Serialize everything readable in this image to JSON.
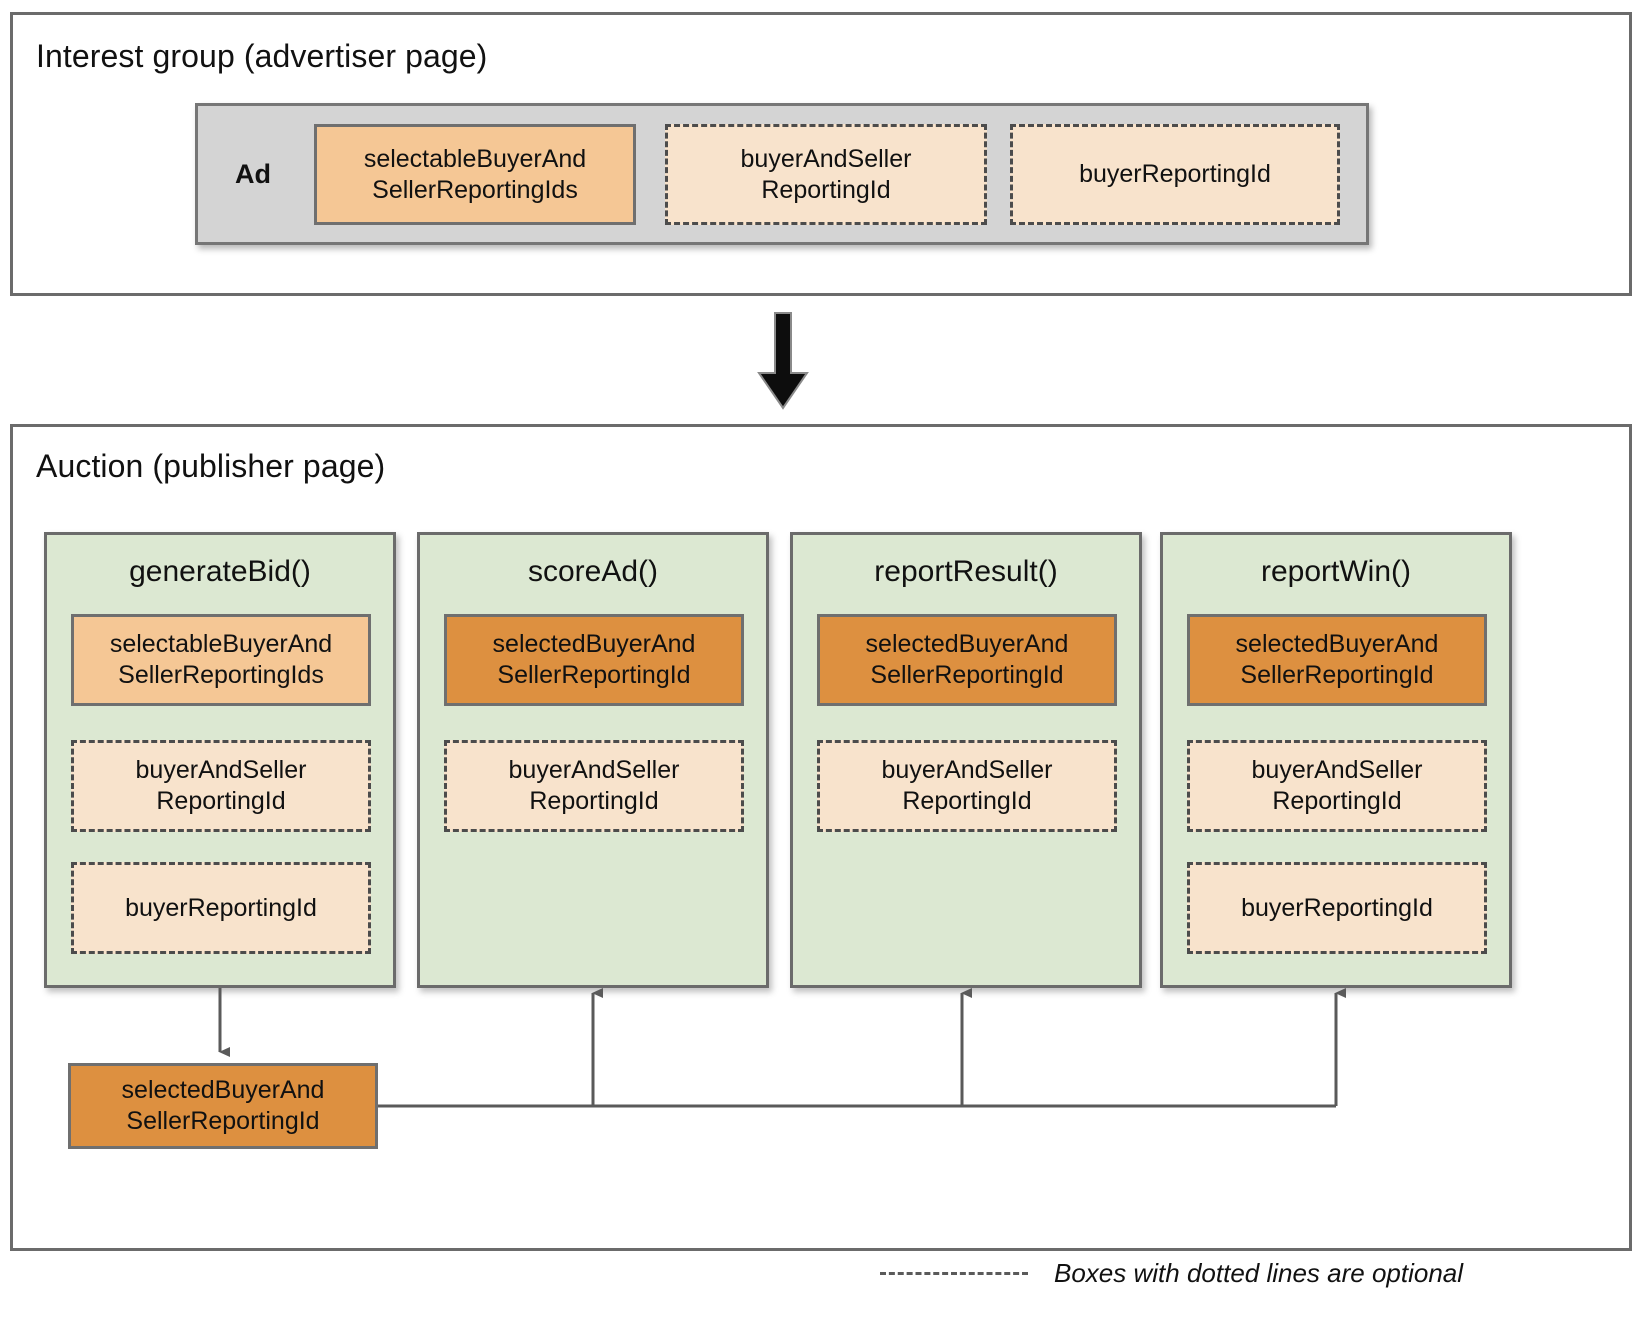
{
  "diagram": {
    "title_interest_group": "Interest group (advertiser page)",
    "title_auction": "Auction (publisher page)",
    "ad_label": "Ad",
    "flow_arrow": "down-arrow"
  },
  "interest_group": {
    "ad_boxes": [
      {
        "label": "selectableBuyerAnd\nSellerReportingIds",
        "style": "solid",
        "fill": "light-orange",
        "optional": false
      },
      {
        "label": "buyerAndSeller\nReportingId",
        "style": "dashed",
        "fill": "cream",
        "optional": true
      },
      {
        "label": "buyerReportingId",
        "style": "dashed",
        "fill": "cream",
        "optional": true
      }
    ]
  },
  "auction": {
    "columns": [
      {
        "title": "generateBid()",
        "boxes": [
          {
            "label": "selectableBuyerAnd\nSellerReportingIds",
            "style": "solid",
            "fill": "light-orange"
          },
          {
            "label": "buyerAndSeller\nReportingId",
            "style": "dashed",
            "fill": "cream"
          },
          {
            "label": "buyerReportingId",
            "style": "dashed",
            "fill": "cream"
          }
        ]
      },
      {
        "title": "scoreAd()",
        "boxes": [
          {
            "label": "selectedBuyerAnd\nSellerReportingId",
            "style": "solid",
            "fill": "dark-orange"
          },
          {
            "label": "buyerAndSeller\nReportingId",
            "style": "dashed",
            "fill": "cream"
          }
        ]
      },
      {
        "title": "reportResult()",
        "boxes": [
          {
            "label": "selectedBuyerAnd\nSellerReportingId",
            "style": "solid",
            "fill": "dark-orange"
          },
          {
            "label": "buyerAndSeller\nReportingId",
            "style": "dashed",
            "fill": "cream"
          }
        ]
      },
      {
        "title": "reportWin()",
        "boxes": [
          {
            "label": "selectedBuyerAnd\nSellerReportingId",
            "style": "solid",
            "fill": "dark-orange"
          },
          {
            "label": "buyerAndSeller\nReportingId",
            "style": "dashed",
            "fill": "cream"
          },
          {
            "label": "buyerReportingId",
            "style": "dashed",
            "fill": "cream"
          }
        ]
      }
    ],
    "selected_output": {
      "label": "selectedBuyerAnd\nSellerReportingId",
      "style": "solid",
      "fill": "dark-orange"
    }
  },
  "legend": {
    "text": "Boxes with dotted lines are optional",
    "swatch": "dashed-line"
  },
  "colors": {
    "green_panel": "#dce8d2",
    "grey_panel": "#d4d4d4",
    "light_orange": "#f5c795",
    "dark_orange": "#dd9040",
    "cream": "#f8e3cc",
    "border": "#6b6b6b",
    "arrow": "#5a5a5a"
  }
}
